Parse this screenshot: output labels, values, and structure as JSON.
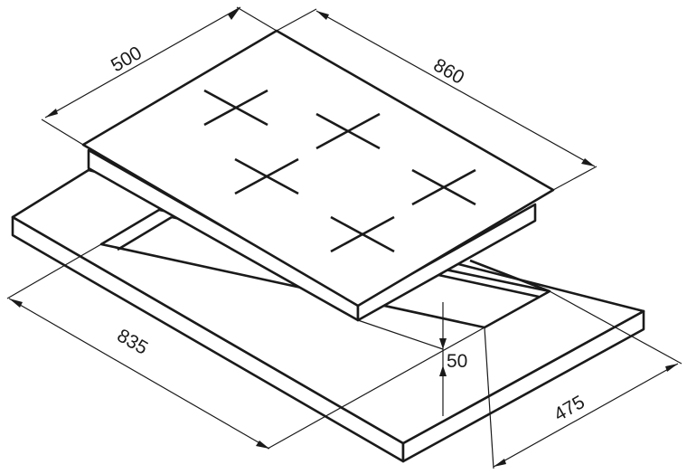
{
  "dimensions": {
    "hob_depth": "500",
    "hob_width": "860",
    "cutout_width": "835",
    "cutout_depth": "475",
    "cutout_height": "50"
  },
  "burner_count": 5,
  "colors": {
    "line": "#1a1a1a",
    "background": "#ffffff"
  }
}
